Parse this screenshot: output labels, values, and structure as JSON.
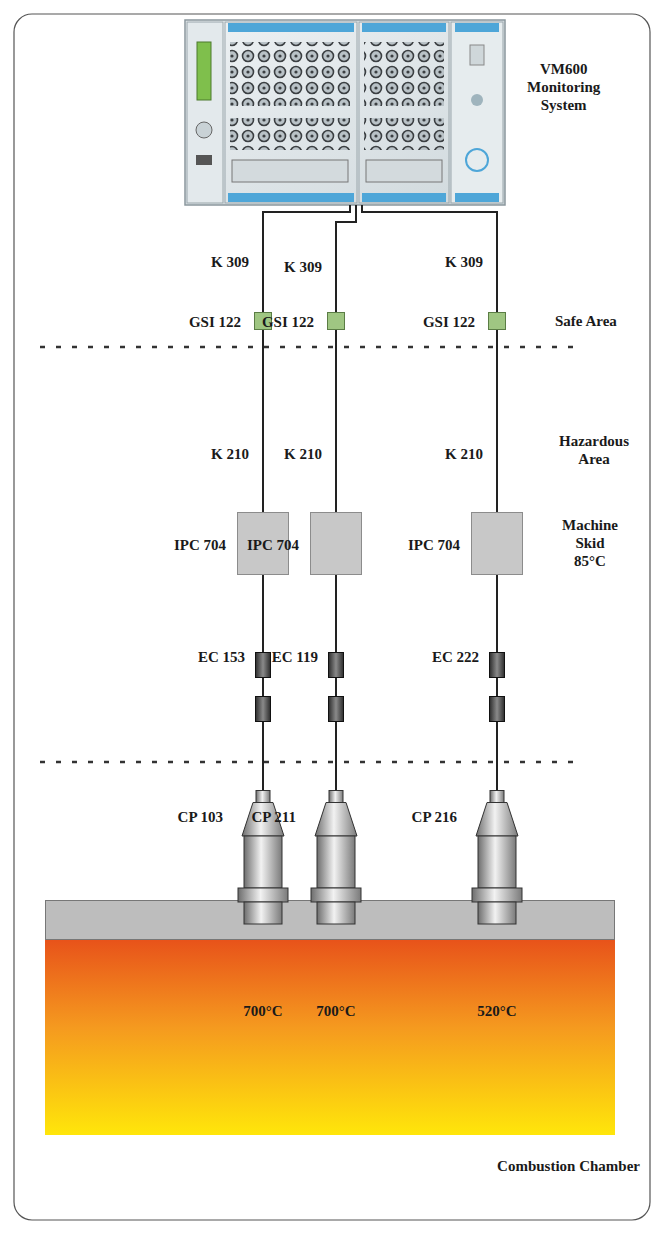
{
  "diagram": {
    "nodes": [
      {
        "text": [
          "VM600 Monitoring System"
        ]
      },
      {
        "text": [
          "GSI 122"
        ]
      },
      {
        "text": [
          "GSI 122"
        ]
      },
      {
        "text": [
          "GSI 122"
        ]
      },
      {
        "text": [
          "IPC 704"
        ]
      },
      {
        "text": [
          "IPC 704"
        ]
      },
      {
        "text": [
          "IPC 704"
        ]
      },
      {
        "text": [
          "EC 153"
        ]
      },
      {
        "text": [
          "EC 119"
        ]
      },
      {
        "text": [
          "EC 222"
        ]
      },
      {
        "text": [
          "CP 103"
        ]
      },
      {
        "text": [
          "CP 211"
        ]
      },
      {
        "text": [
          "CP 216"
        ]
      },
      {
        "text": [
          "700°C",
          "700°C",
          "520°C",
          "Combustion Chamber"
        ]
      }
    ],
    "edges": [
      {
        "from": 0,
        "to": 1,
        "label": "K 309",
        "arrow": "none"
      },
      {
        "from": 0,
        "to": 2,
        "label": "K 309",
        "arrow": "none"
      },
      {
        "from": 0,
        "to": 3,
        "label": "K 309",
        "arrow": "none"
      },
      {
        "from": 1,
        "to": 4,
        "label": "K 210",
        "arrow": "none"
      },
      {
        "from": 2,
        "to": 5,
        "label": "K 210",
        "arrow": "none"
      },
      {
        "from": 3,
        "to": 6,
        "label": "K 210",
        "arrow": "none"
      },
      {
        "from": 4,
        "to": 7,
        "arrow": "none"
      },
      {
        "from": 5,
        "to": 8,
        "arrow": "none"
      },
      {
        "from": 6,
        "to": 9,
        "arrow": "none"
      },
      {
        "from": 7,
        "to": 10,
        "arrow": "none"
      },
      {
        "from": 8,
        "to": 11,
        "arrow": "none"
      },
      {
        "from": 9,
        "to": 12,
        "arrow": "none"
      }
    ],
    "labels": [
      "Safe Area",
      "Hazardous Area",
      "Machine Skid 85°C"
    ]
  }
}
